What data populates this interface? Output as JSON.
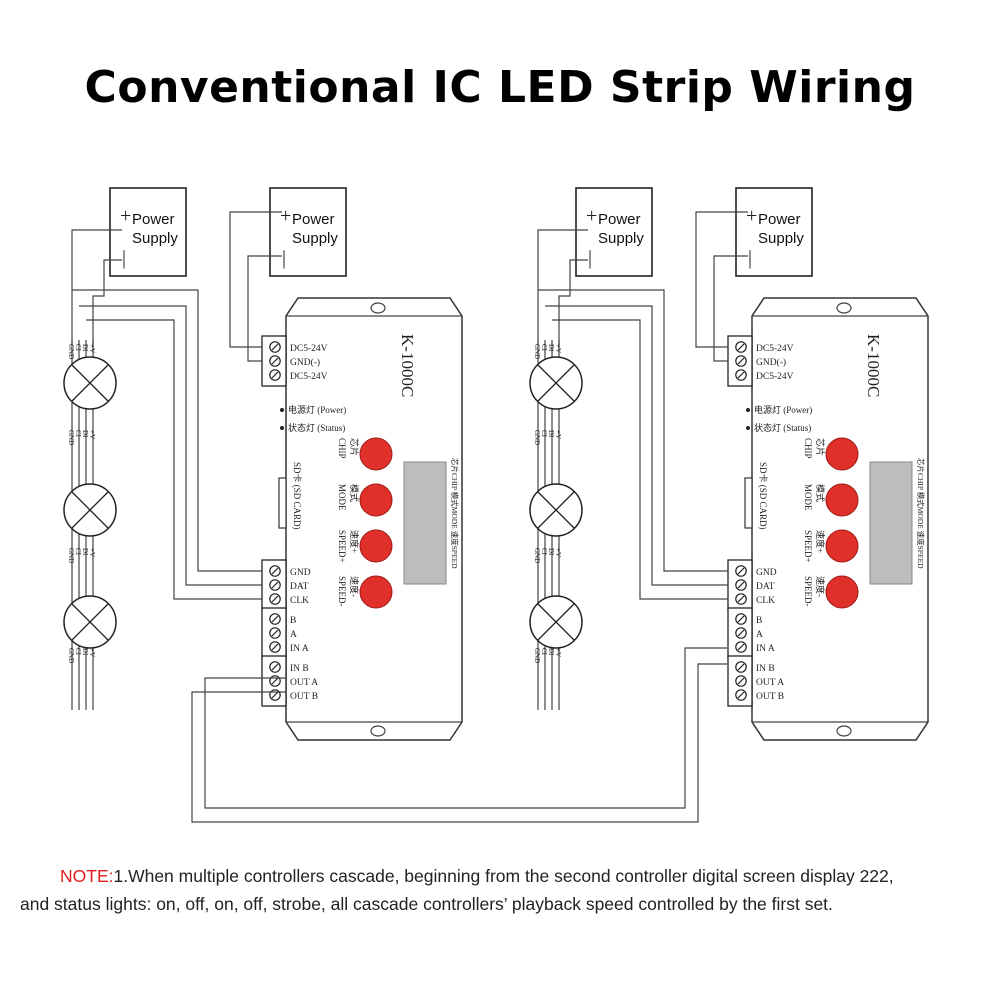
{
  "title": "Conventional IC LED Strip Wiring",
  "power_supply": {
    "plus": "+",
    "minus": "|",
    "line1": "Power",
    "line2": "Supply"
  },
  "controller": {
    "model": "K-1000C",
    "power_terminals": [
      "DC5-24V",
      "GND(-)",
      "DC5-24V"
    ],
    "indicators": [
      "电源灯 (Power)",
      "状态灯 (Status)"
    ],
    "buttons": [
      {
        "cn": "芯片",
        "en": "CHIP"
      },
      {
        "cn": "模式",
        "en": "MODE"
      },
      {
        "cn": "速度+",
        "en": "SPEED+"
      },
      {
        "cn": "速度-",
        "en": "SPEED-"
      }
    ],
    "screen_side_label": "芯片CHIP  模式MODE  速度SPEED",
    "sd_label": "SD卡 (SD CARD)",
    "signal_terminals": [
      "GND",
      "DAT",
      "CLK"
    ],
    "in_terminals": [
      "B",
      "A",
      "IN A"
    ],
    "out_terminals": [
      "IN B",
      "OUT A",
      "OUT B"
    ],
    "button_color": "#e0302a"
  },
  "strip": {
    "wire_labels": [
      "GND",
      "CI",
      "DI",
      "+V"
    ]
  },
  "note": {
    "prefix": "NOTE:",
    "line1": "1.When multiple controllers cascade, beginning from the second controller digital screen display   222,",
    "line2": "and status lights: on, off, on, off, strobe, all cascade controllers’ playback speed controlled by the first set."
  }
}
